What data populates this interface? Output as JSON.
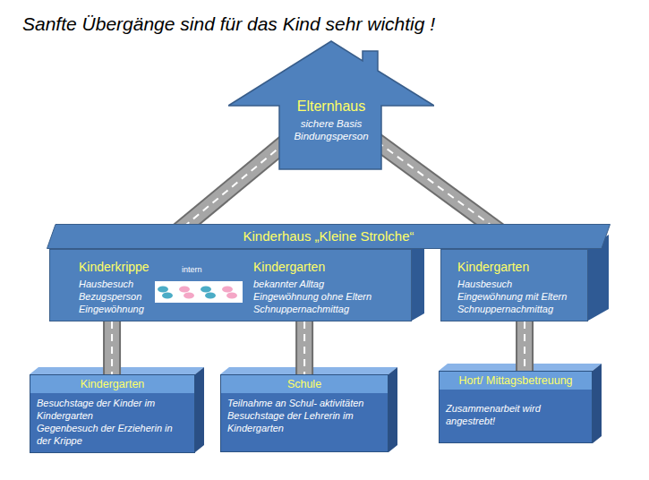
{
  "diagram": {
    "title": "Sanfte Übergänge sind für das Kind sehr wichtig !",
    "nodes": [
      {
        "text": [
          "Elternhaus",
          "sichere Basis",
          "Bindungsperson"
        ]
      },
      {
        "text": [
          "Kinderhaus „Kleine Strolche“"
        ]
      },
      {
        "text": [
          "Kinderkrippe",
          "Hausbesuch",
          "Bezugsperson",
          "Eingewöhnung",
          "Kindergarten",
          "bekannter Alltag",
          "Eingewöhnung ohne Eltern",
          "Schnuppernachmittag"
        ]
      },
      {
        "text": [
          "Kindergarten",
          "Hausbesuch",
          "Eingewöhnung mit Eltern",
          "Schnuppernachmittag"
        ]
      },
      {
        "text": [
          "Kindergarten",
          "Besuchstage der Kinder im Kindergarten",
          "Gegenbesuch der Erzieherin in der Krippe"
        ]
      },
      {
        "text": [
          "Schule",
          "Teilnahme an Schul- aktivitäten",
          "Besuchstage der Lehrerin im Kindergarten"
        ]
      },
      {
        "text": [
          "Hort/ Mittagsbetreuung",
          "Zusammenarbeit wird angestrebt!"
        ]
      }
    ],
    "edges": [
      {
        "from": 0,
        "to": 1,
        "arrow": "none"
      },
      {
        "from": 0,
        "to": 1,
        "arrow": "none"
      },
      {
        "from": 2,
        "to": 4,
        "arrow": "none"
      },
      {
        "from": 2,
        "to": 5,
        "arrow": "none"
      },
      {
        "from": 3,
        "to": 6,
        "arrow": "none"
      }
    ],
    "labels": [
      "intern"
    ]
  }
}
